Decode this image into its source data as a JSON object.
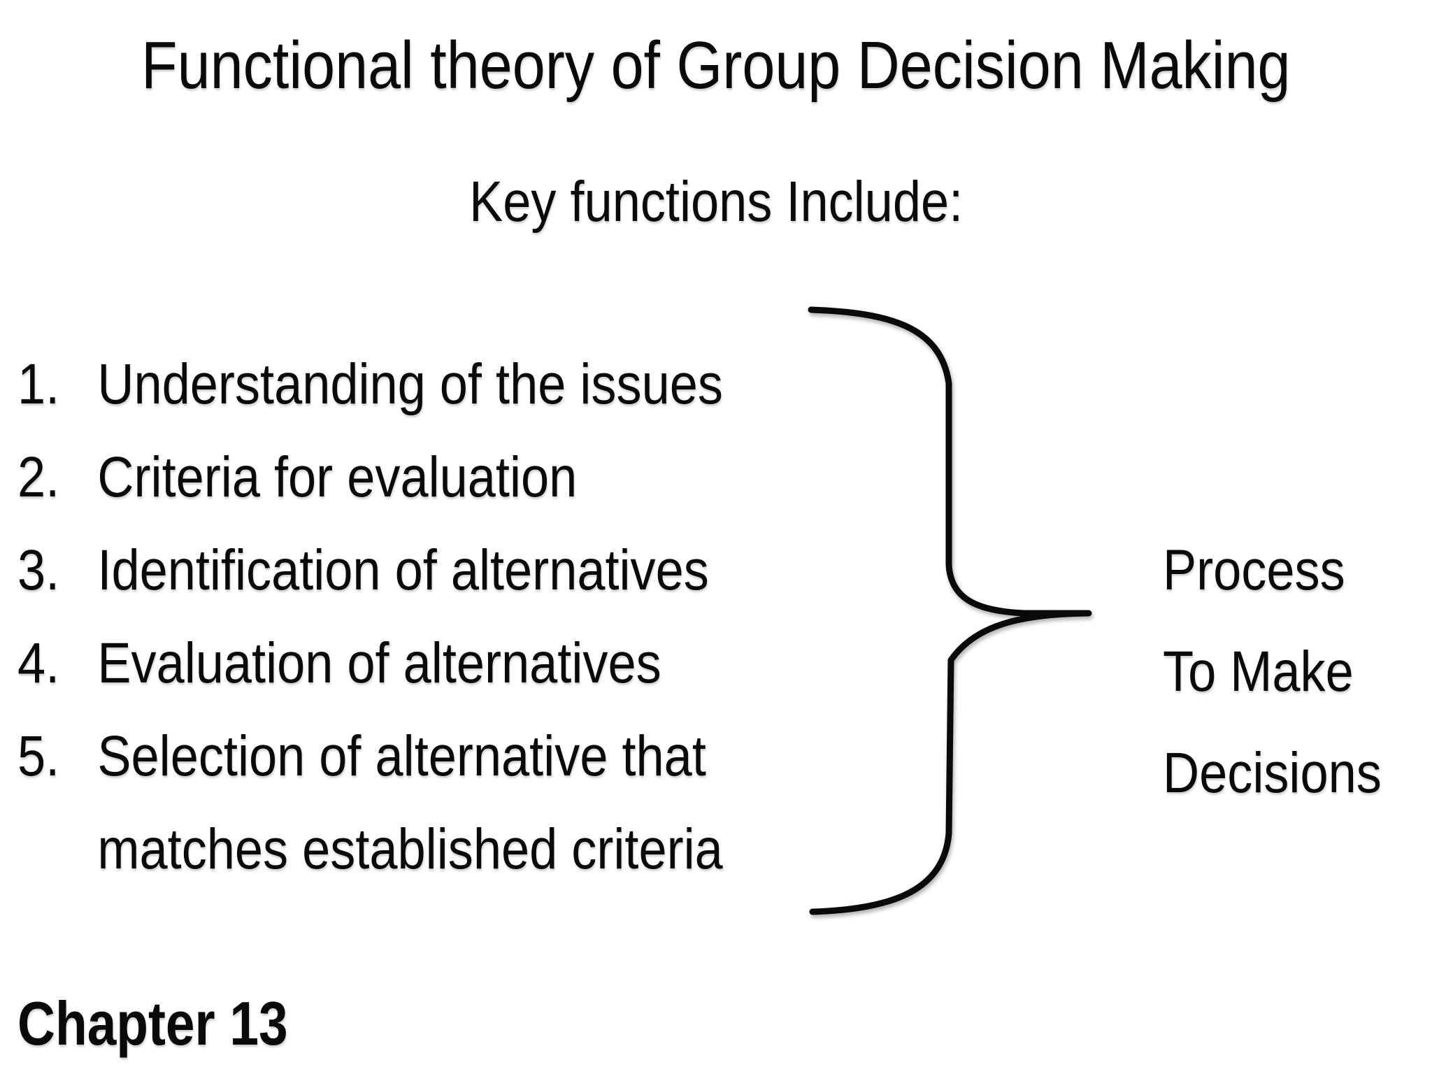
{
  "slide": {
    "title": "Functional theory of Group Decision Making",
    "subtitle": "Key functions Include:",
    "list": {
      "items": [
        {
          "number": "1.",
          "text": "Understanding of the issues"
        },
        {
          "number": "2.",
          "text": "Criteria for evaluation"
        },
        {
          "number": "3.",
          "text": "Identification of alternatives"
        },
        {
          "number": "4.",
          "text": "Evaluation of alternatives"
        },
        {
          "number": "5.",
          "text": "Selection of alternative that"
        }
      ],
      "item5_continuation": "matches established criteria"
    },
    "brace_label": {
      "line1": "Process",
      "line2": "To Make",
      "line3": "Decisions"
    },
    "footer": "Chapter 13",
    "colors": {
      "background": "#ffffff",
      "text": "#0a0a0a"
    }
  }
}
